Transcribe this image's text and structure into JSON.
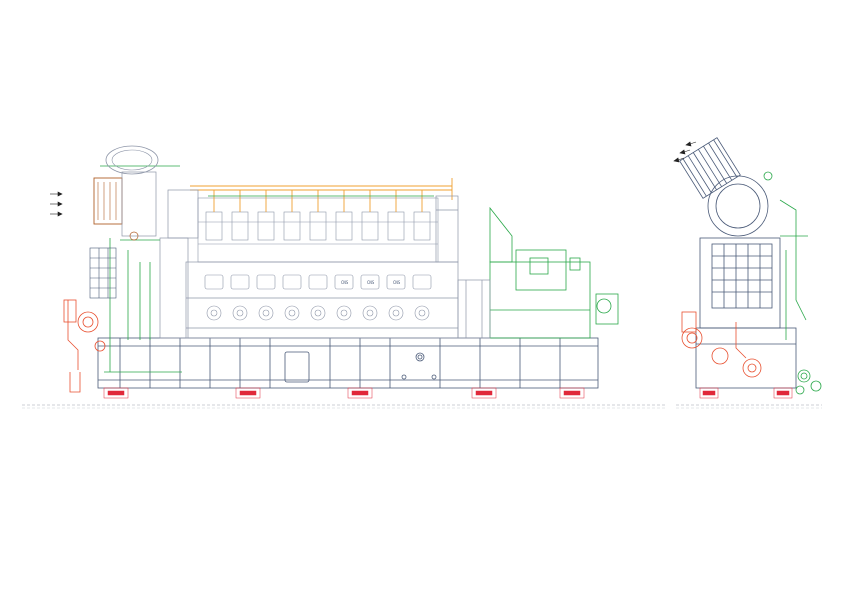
{
  "drawing": {
    "views": [
      "side-elevation",
      "end-elevation"
    ],
    "block_label": "CNS",
    "cylinders": 9,
    "colors": {
      "structure": "#4a5a78",
      "engine": "#8e96a8",
      "piping_green": "#2aa84a",
      "piping_orange": "#f0a030",
      "pump_red": "#e85030",
      "turbo_brown": "#b0602a",
      "support_red": "#e0283a",
      "ground": "#9aa0aa",
      "arrow": "#222222"
    }
  }
}
